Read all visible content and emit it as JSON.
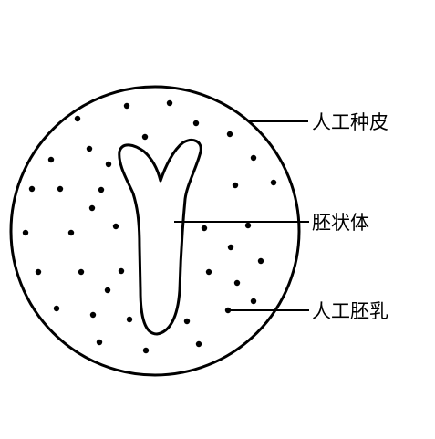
{
  "labels": {
    "seed_coat": "人工种皮",
    "embryoid": "胚状体",
    "endosperm": "人工胚乳"
  },
  "colors": {
    "stroke": "#000000",
    "background": "#ffffff"
  }
}
